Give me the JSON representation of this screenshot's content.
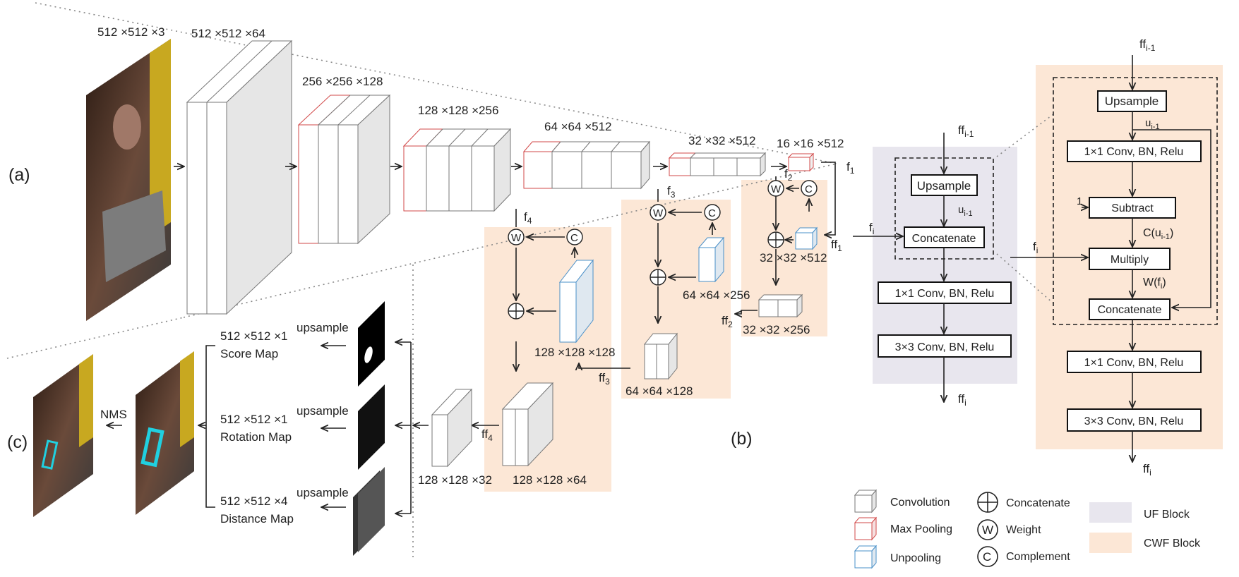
{
  "panel_labels": {
    "a": "(a)",
    "b": "(b)",
    "c": "(c)"
  },
  "shapes": {
    "input": "512 ×512 ×3",
    "conv1": "512 ×512 ×64",
    "conv2": "256 ×256 ×128",
    "conv3": "128 ×128 ×256",
    "conv4": "64 ×64 ×512",
    "conv5": "32 ×32 ×512",
    "pool5": "16 ×16 ×512",
    "cwf1_out": "32 ×32 ×512",
    "cwf1_conv": "32 ×32 ×256",
    "cwf2_unpool": "64 ×64 ×256",
    "cwf2_conv": "64 ×64 ×128",
    "cwf3_unpool": "128 ×128 ×128",
    "cwf3_conv": "128 ×128 ×64",
    "final_conv": "128 ×128 ×32"
  },
  "symbols": {
    "weight": "W",
    "complement": "C"
  },
  "features": {
    "f1": "f",
    "f1_sub": "1",
    "f2": "f",
    "f2_sub": "2",
    "f3": "f",
    "f3_sub": "3",
    "f4": "f",
    "f4_sub": "4",
    "ff1": "ff",
    "ff1_sub": "1",
    "ff2": "ff",
    "ff2_sub": "2",
    "ff3": "ff",
    "ff3_sub": "3",
    "ff4": "ff",
    "ff4_sub": "4"
  },
  "outputs": [
    {
      "shape": "512 ×512 ×1",
      "name": "Score Map",
      "op": "upsample"
    },
    {
      "shape": "512 ×512 ×1",
      "name": "Rotation Map",
      "op": "upsample"
    },
    {
      "shape": "512 ×512 ×4",
      "name": "Distance Map",
      "op": "upsample"
    }
  ],
  "nms": "NMS",
  "uf_block": {
    "input_ff": "ff",
    "input_ff_sub": "i-1",
    "upsample": "Upsample",
    "u": "u",
    "u_sub": "i-1",
    "f": "f",
    "f_sub": "i",
    "concatenate": "Concatenate",
    "conv1": "1×1 Conv, BN, Relu",
    "conv3": "3×3 Conv, BN, Relu",
    "output_ff": "ff",
    "output_ff_sub": "i"
  },
  "cwf_block": {
    "input_ff": "ff",
    "input_ff_sub": "i-1",
    "upsample": "Upsample",
    "u": "u",
    "u_sub": "i-1",
    "conv1_inner": "1×1 Conv, BN, Relu",
    "one": "1",
    "subtract": "Subtract",
    "c_label": "C(u",
    "c_sub": "i-1",
    "c_close": ")",
    "f": "f",
    "f_sub": "i",
    "multiply": "Multiply",
    "w_label": "W(f",
    "w_sub": "i",
    "w_close": ")",
    "concatenate": "Concatenate",
    "conv1": "1×1 Conv, BN, Relu",
    "conv3": "3×3 Conv, BN, Relu",
    "output_ff": "ff",
    "output_ff_sub": "i"
  },
  "legend": {
    "convolution": "Convolution",
    "max_pooling": "Max Pooling",
    "unpooling": "Unpooling",
    "concatenate": "Concatenate",
    "weight": "Weight",
    "complement": "Complement",
    "uf_block": "UF Block",
    "cwf_block": "CWF Block"
  },
  "colors": {
    "cwf_fill": "#fce7d6",
    "uf_fill": "#e8e6ee",
    "pool_edge": "#d24a4a",
    "unpool_edge": "#4a90c8",
    "box_edge": "#111111"
  }
}
